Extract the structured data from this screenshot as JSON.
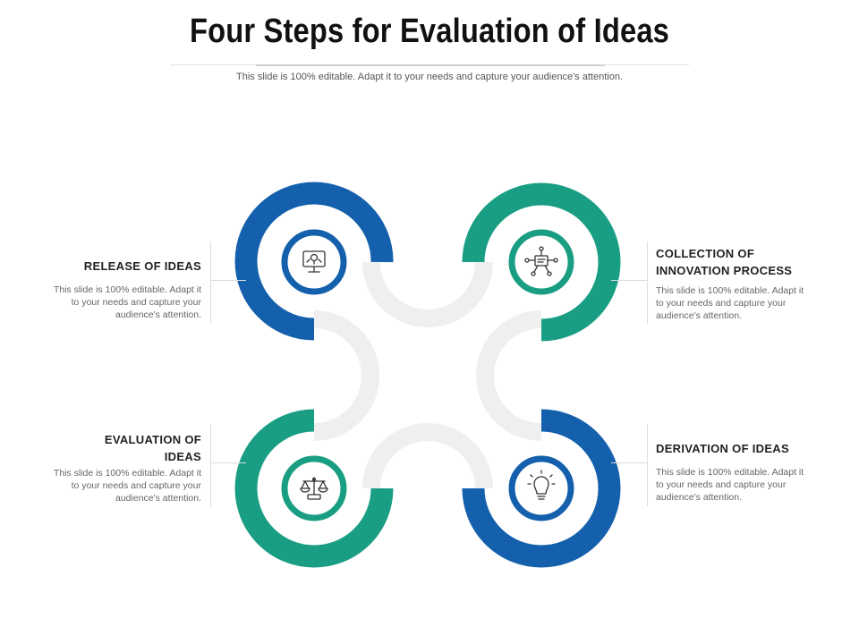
{
  "title": "Four Steps for Evaluation of Ideas",
  "subtitle": "This slide is 100% editable. Adapt it to your needs and capture your audience's attention.",
  "colors": {
    "blue": "#1460AC",
    "green": "#1A9E83",
    "track": "#EFEFEF"
  },
  "steps": [
    {
      "heading": "RELEASE OF IDEAS",
      "description": "This slide is 100% editable. Adapt it to your needs and capture your audience's attention.",
      "icon": "monitor-idea-icon",
      "color": "blue"
    },
    {
      "heading": "COLLECTION OF INNOVATION PROCESS",
      "description": "This slide is 100% editable. Adapt it to your needs and capture your audience's attention.",
      "icon": "network-chip-icon",
      "color": "green"
    },
    {
      "heading": "EVALUATION OF IDEAS",
      "description": "This slide is 100% editable. Adapt it to your needs and capture your audience's attention.",
      "icon": "balance-scale-icon",
      "color": "green"
    },
    {
      "heading": "DERIVATION OF IDEAS",
      "description": "This slide is 100% editable. Adapt it to your needs and capture your audience's attention.",
      "icon": "lightbulb-icon",
      "color": "blue"
    }
  ]
}
